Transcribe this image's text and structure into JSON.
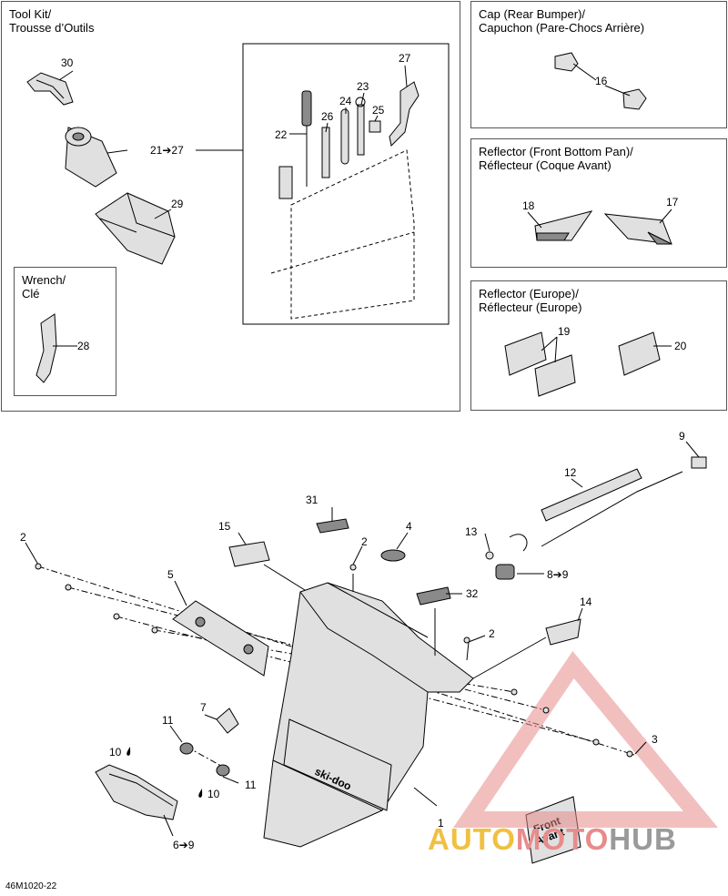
{
  "boxes": {
    "toolkit": "Tool Kit/\nTrousse d’Outils",
    "wrench": "Wrench/\nClé",
    "cap": "Cap (Rear Bumper)/\nCapuchon (Pare-Chocs Arrière)",
    "reflector_front": "Reflector (Front Bottom Pan)/\nRéflecteur (Coque Avant)",
    "reflector_europe": "Reflector (Europe)/\nRéflecteur (Europe)"
  },
  "callouts": {
    "p30": "30",
    "p21_27": "21➔27",
    "p29": "29",
    "p28": "28",
    "p22": "22",
    "p26": "26",
    "p24": "24",
    "p23": "23",
    "p25": "25",
    "p27": "27",
    "p16": "16",
    "p18": "18",
    "p17": "17",
    "p19": "19",
    "p20": "20",
    "p9": "9",
    "p12": "12",
    "p31": "31",
    "p15": "15",
    "p4": "4",
    "p2a": "2",
    "p13": "13",
    "p8_9": "8➔9",
    "p2b": "2",
    "p5": "5",
    "p32": "32",
    "p14": "14",
    "p2c": "2",
    "p7": "7",
    "p11a": "11",
    "p10a": "10",
    "p11b": "11",
    "p10b": "10",
    "p3": "3",
    "p1": "1",
    "p6_9": "6➔9"
  },
  "decal_text": {
    "brand": "ski-doo",
    "front1": "Front",
    "front2": "Avant"
  },
  "diagram_code": "46M1020-22",
  "watermark": {
    "part1": "AUTO",
    "part2": "MOTO",
    "part3": "HUB"
  },
  "colors": {
    "watermark_red": "#e88b8b",
    "watermark_yellow": "#f0c040",
    "watermark_gray": "#9a9a9a"
  }
}
